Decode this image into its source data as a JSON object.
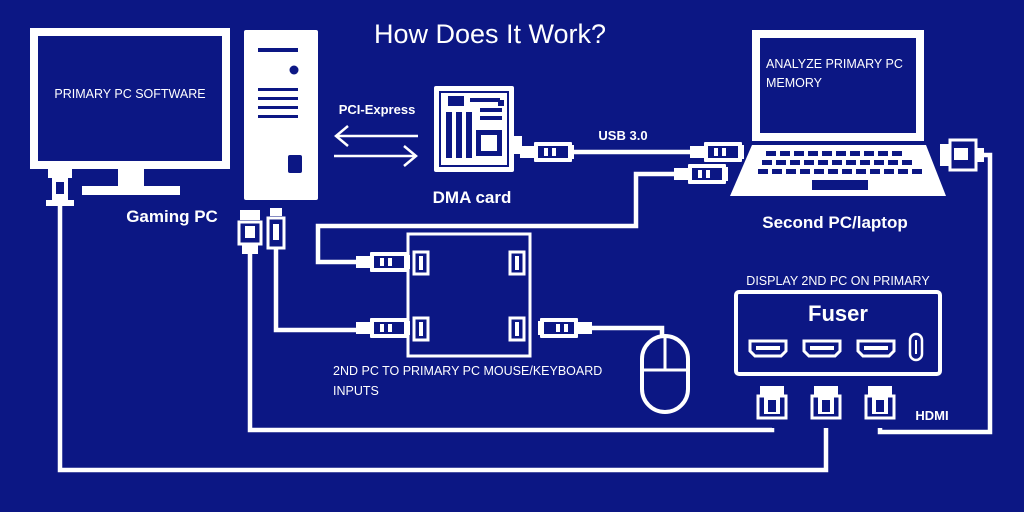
{
  "title": "How Does It Work?",
  "labels": {
    "gaming_pc": "Gaming PC",
    "primary_pc_software": "PRIMARY PC SOFTWARE",
    "pci_express": "PCI-Express",
    "dma_card": "DMA card",
    "usb": "USB 3.0",
    "analyze_line1": "ANALYZE PRIMARY PC",
    "analyze_line2": "MEMORY",
    "second_pc": "Second PC/laptop",
    "display_2nd": "DISPLAY 2ND PC ON PRIMARY",
    "fuser": "Fuser",
    "hdmi": "HDMI",
    "kvm_line1": "2ND PC TO PRIMARY PC MOUSE/KEYBOARD",
    "kvm_line2": "INPUTS"
  },
  "colors": {
    "background": "#0c1784",
    "foreground": "#ffffff"
  },
  "icons": [
    "monitor-icon",
    "pc-tower-icon",
    "dma-card-icon",
    "laptop-icon",
    "usb-switch-icon",
    "fuser-icon",
    "mouse-icon",
    "usb-plug-icon",
    "hdmi-plug-icon",
    "bidirectional-arrow-icon"
  ]
}
